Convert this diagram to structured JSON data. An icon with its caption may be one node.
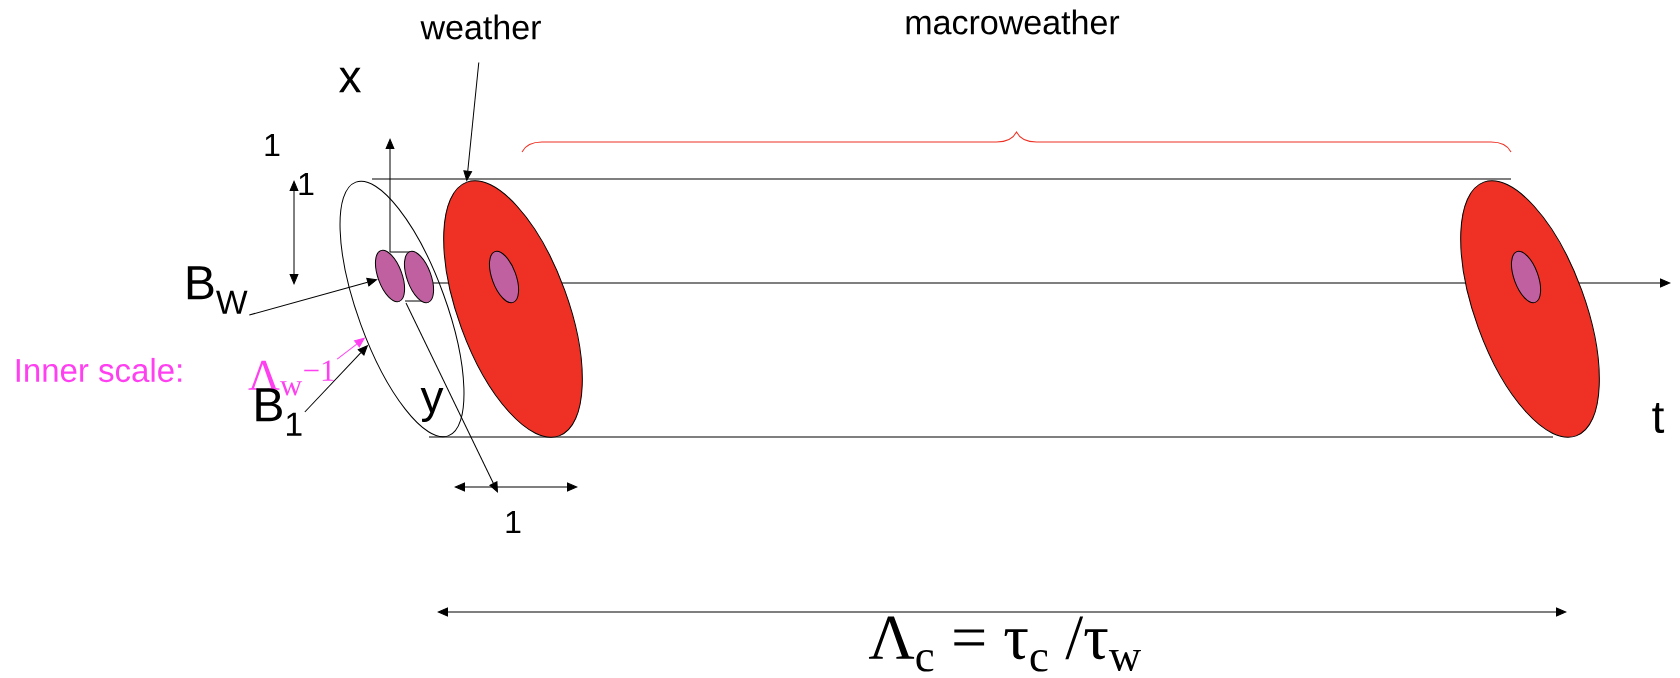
{
  "diagram": {
    "nodes": [
      {
        "text": [
          "weather"
        ]
      },
      {
        "text": [
          "B$_{W}$"
        ]
      },
      {
        "text": [
          "Λ$_{w}$$^{−1}$"
        ]
      },
      {
        "text": [
          "B$_{1}$"
        ]
      },
      {
        "text": [],
        "shape": "circle"
      },
      {
        "text": [],
        "shape": "circle",
        "in": 4
      },
      {
        "text": [],
        "shape": "circle",
        "in": 4
      },
      {
        "text": [],
        "shape": "circle"
      },
      {
        "text": [],
        "shape": "circle"
      }
    ],
    "edges": [
      {
        "from": 0,
        "to": 7,
        "arrow": "to"
      },
      {
        "from": 1,
        "to": 5,
        "arrow": "to"
      },
      {
        "from": 2,
        "to": 4,
        "arrow": "to",
        "color": "#ff40f0"
      },
      {
        "from": 3,
        "to": 4,
        "arrow": "to"
      }
    ],
    "labels": [
      "macroweather",
      "x",
      "1",
      "1",
      "Inner scale:",
      "t",
      "y",
      "1",
      "Λ$_{c}$ = τ$_{c}$ /τ$_{w}$"
    ]
  }
}
